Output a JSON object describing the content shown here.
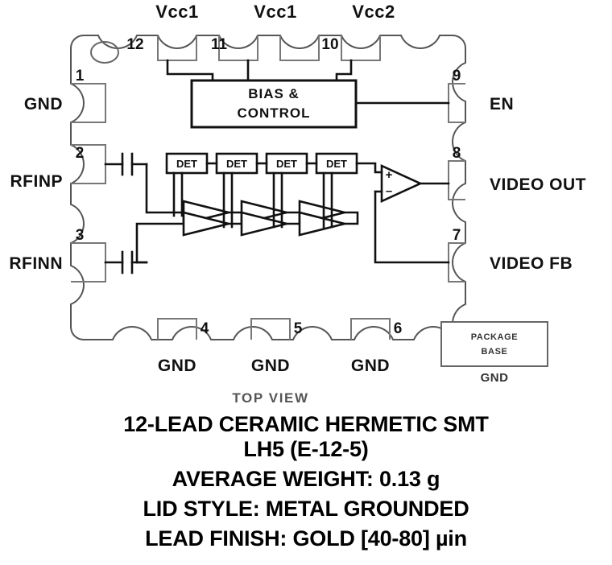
{
  "diagram": {
    "view_label": "TOP VIEW",
    "package_base": {
      "line1": "PACKAGE",
      "line2": "BASE",
      "gnd": "GND"
    },
    "blocks": {
      "bias_control_line1": "BIAS  &",
      "bias_control_line2": "CONTROL",
      "detector_label": "DET",
      "opamp_plus": "+",
      "opamp_minus": "–"
    },
    "top_pins": [
      {
        "number": "12",
        "label": "Vcc1"
      },
      {
        "number": "11",
        "label": "Vcc1"
      },
      {
        "number": "10",
        "label": "Vcc2"
      }
    ],
    "left_pins": [
      {
        "number": "1",
        "label": "GND"
      },
      {
        "number": "2",
        "label": "RFINP"
      },
      {
        "number": "3",
        "label": "RFINN"
      }
    ],
    "bottom_pins": [
      {
        "number": "4",
        "label": "GND"
      },
      {
        "number": "5",
        "label": "GND"
      },
      {
        "number": "6",
        "label": "GND"
      }
    ],
    "right_pins": [
      {
        "number": "9",
        "label": "EN"
      },
      {
        "number": "8",
        "label": "VIDEO OUT"
      },
      {
        "number": "7",
        "label": "VIDEO FB"
      }
    ]
  },
  "caption": {
    "line1": "12-LEAD CERAMIC HERMETIC SMT",
    "line2": "LH5 (E-12-5)",
    "line3": "AVERAGE WEIGHT: 0.13 g",
    "line4": "LID STYLE: METAL GROUNDED",
    "line5": "LEAD FINISH: GOLD [40-80] µin"
  },
  "colors": {
    "outline": "#555555",
    "wire": "#111111",
    "text": "#000000",
    "muted": "#555555",
    "background": "#ffffff"
  }
}
